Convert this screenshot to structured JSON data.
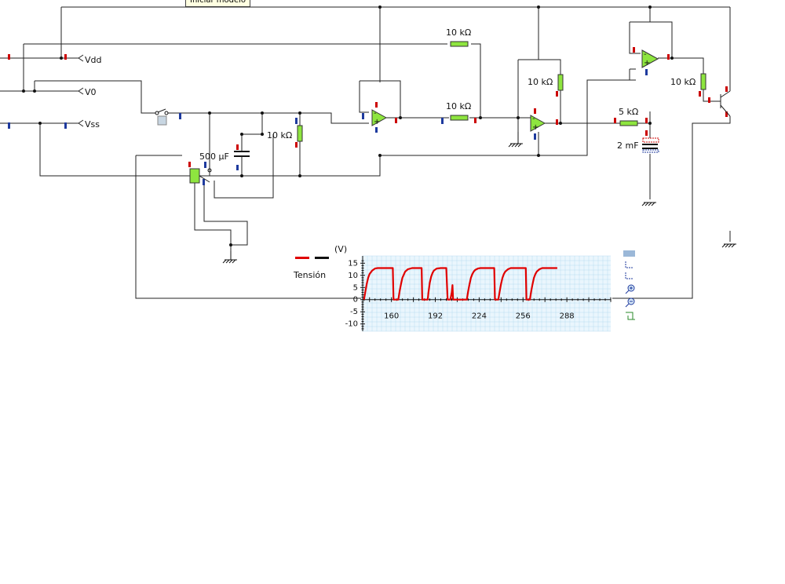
{
  "tooltip": "Iniciar modelo",
  "labels": {
    "vdd": "Vdd",
    "v0": "V0",
    "vss": "Vss"
  },
  "components": {
    "r1": "10 kΩ",
    "r2": "10 kΩ",
    "r3": "10 kΩ",
    "r4": "10 kΩ",
    "r5": "10 kΩ",
    "r6": "5 kΩ",
    "c1": "500 µF",
    "c2": "2 mF"
  },
  "colors": {
    "wire": "#222222",
    "component_fill": "#8ee53f",
    "probe_positive": "#cc0000",
    "probe_negative": "#1e3a9e",
    "plot_trace": "#e00000",
    "plot_grid": "#b9dcf0"
  },
  "chart_data": {
    "type": "line",
    "title": "",
    "ylabel": "(V)",
    "xlabel": "",
    "legend": [
      "Tensión"
    ],
    "yticks": [
      15,
      10,
      5,
      0,
      -5,
      -10
    ],
    "xticks": [
      160,
      192,
      224,
      256,
      288
    ],
    "xlim": [
      139,
      320
    ],
    "ylim": [
      -13,
      18
    ],
    "grid": true,
    "series": [
      {
        "name": "Tensión",
        "color": "#e00000",
        "x": [
          140,
          141,
          142,
          143,
          144,
          146,
          148,
          150,
          161,
          161.5,
          163,
          165,
          166,
          167,
          168,
          170,
          172,
          175,
          182,
          182.5,
          186,
          186.5,
          187,
          188,
          189,
          190,
          191,
          193,
          196,
          198,
          200,
          201,
          202,
          203,
          204,
          204.5,
          205,
          214,
          215,
          216,
          217,
          218,
          219,
          220,
          221,
          223,
          225,
          227,
          235,
          235.5,
          238,
          239,
          240,
          241,
          242,
          243,
          245,
          247,
          249,
          258,
          258.5,
          261,
          262,
          263,
          264,
          265,
          266,
          268,
          270,
          272,
          281
        ],
        "y": [
          0,
          3.5,
          6.5,
          9,
          10.5,
          12,
          12.8,
          13,
          13,
          0,
          0,
          0,
          3.5,
          6.5,
          9,
          11.5,
          12.5,
          13,
          13,
          0,
          0,
          0,
          3,
          7,
          9.5,
          11,
          12,
          12.8,
          13,
          13,
          13,
          0,
          0,
          0,
          3,
          6,
          0,
          0,
          0,
          3.5,
          6.5,
          9,
          10.5,
          11.5,
          12.2,
          12.8,
          13,
          13,
          13,
          0,
          0,
          3.5,
          6.5,
          9,
          10.5,
          11.5,
          12.5,
          13,
          13,
          13,
          0,
          0,
          3.5,
          6.5,
          9,
          10.5,
          11.5,
          12.5,
          13,
          13,
          13
        ]
      },
      {
        "name": "",
        "color": "#111111",
        "x": [],
        "y": []
      }
    ]
  }
}
